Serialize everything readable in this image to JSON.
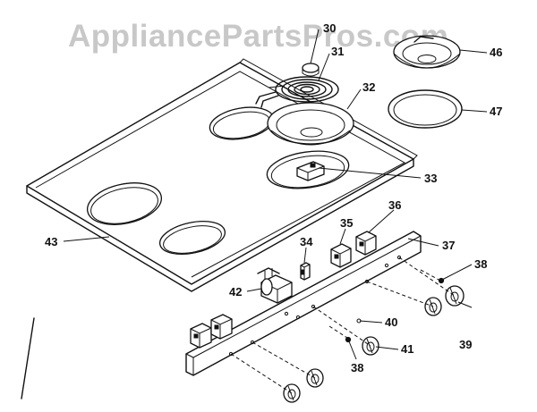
{
  "watermark": "AppliancePartsPros.com",
  "callouts": {
    "c30": "30",
    "c31": "31",
    "c32": "32",
    "c33": "33",
    "c34": "34",
    "c35": "35",
    "c36": "36",
    "c37": "37",
    "c38a": "38",
    "c38b": "38",
    "c39": "39",
    "c40": "40",
    "c41": "41",
    "c42": "42",
    "c43": "43",
    "c46": "46",
    "c47": "47"
  }
}
